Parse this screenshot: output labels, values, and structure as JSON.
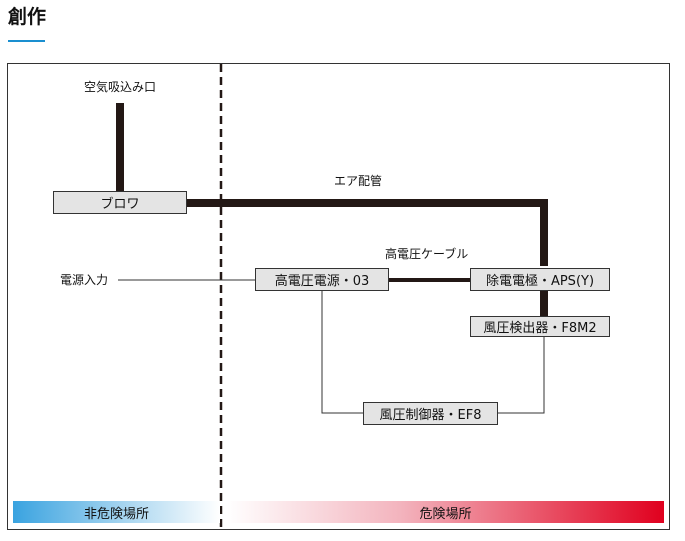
{
  "page": {
    "title": "創作",
    "accent_color": "#1a8fd0"
  },
  "diagram": {
    "nodes": {
      "blower": "ブロワ",
      "hv_power": "高電圧電源・03",
      "dust_electrode": "除電電極・APS(Y)",
      "pressure_detector": "風圧検出器・F8M2",
      "pressure_controller": "風圧制御器・EF8"
    },
    "labels": {
      "air_intake": "空気吸込み口",
      "air_piping": "エア配管",
      "hv_cable": "高電圧ケーブル",
      "power_input": "電源入力"
    },
    "zones": {
      "non_hazardous": "非危険場所",
      "hazardous": "危険場所"
    },
    "colors": {
      "pipe": "#231815",
      "node_fill": "#e4e4e4",
      "safe_zone": "#3aa3e0",
      "hazard_zone": "#e0001e"
    }
  }
}
